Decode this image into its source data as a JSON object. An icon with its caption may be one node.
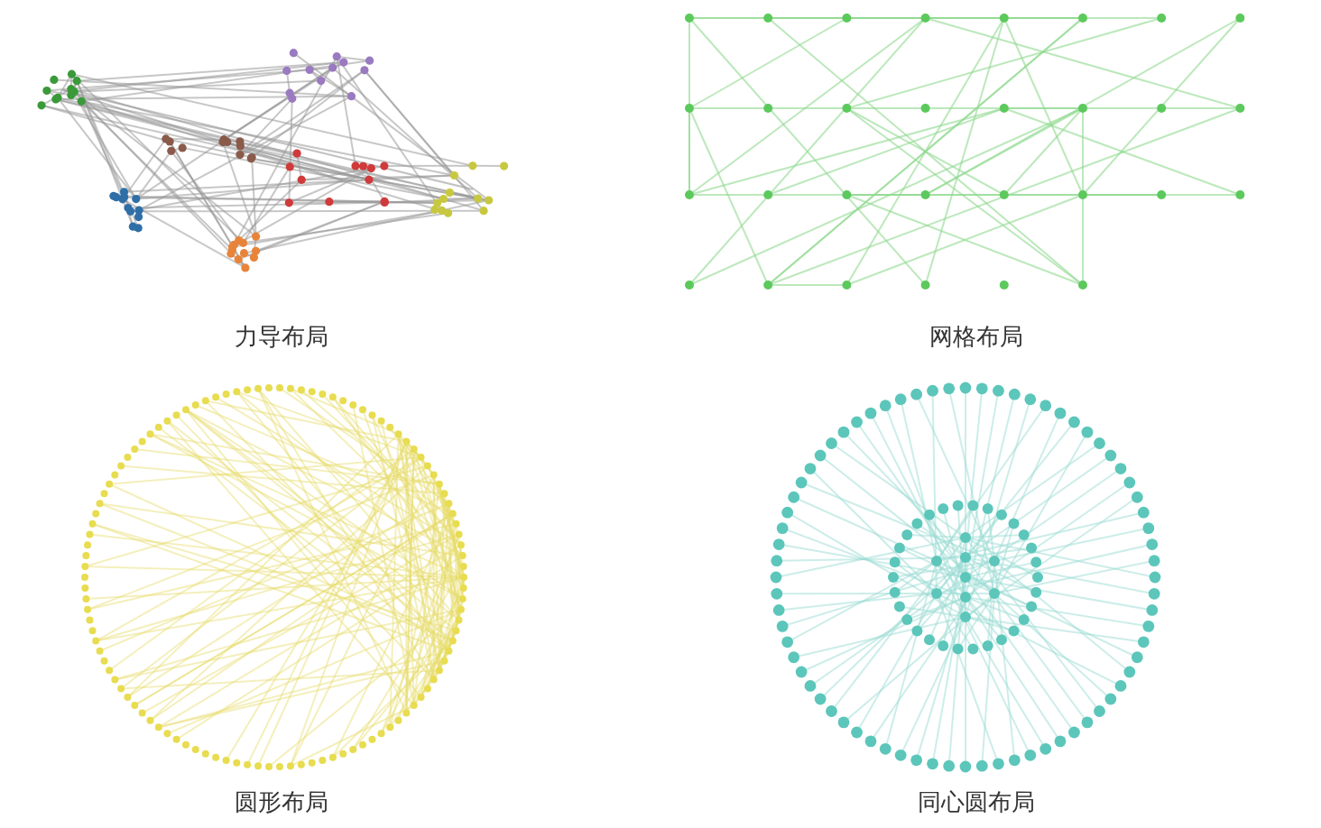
{
  "diagram": {
    "labels": [
      "力导布局",
      "网格布局",
      "圆形布局",
      "同心圆布局"
    ]
  }
}
